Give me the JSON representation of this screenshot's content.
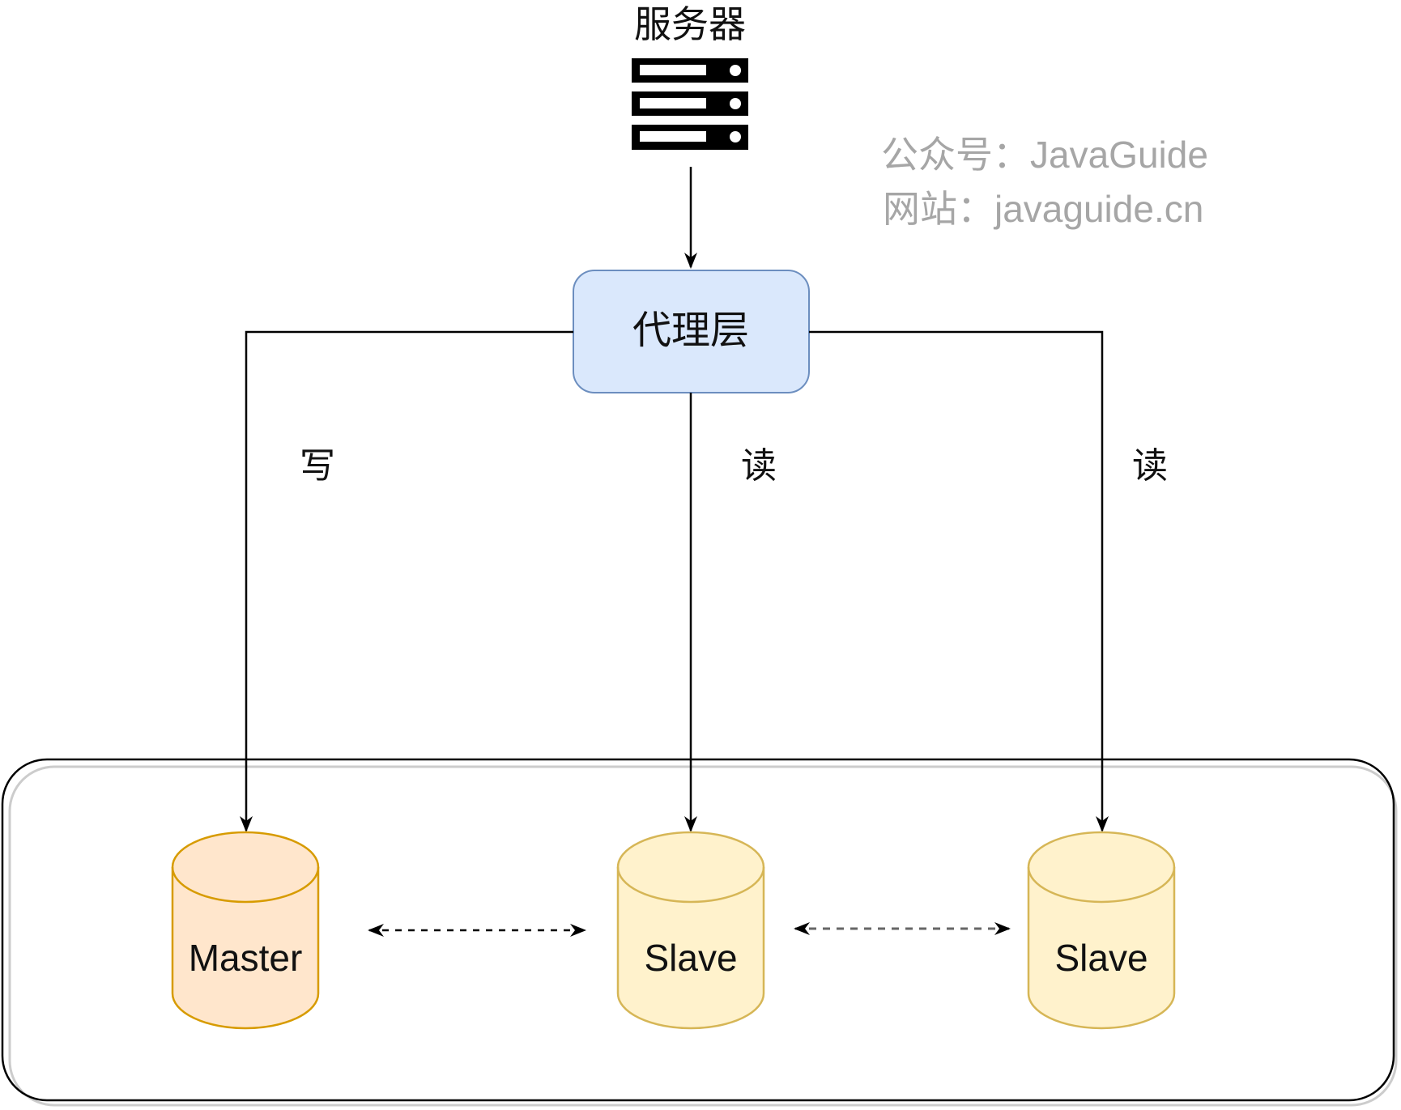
{
  "server": {
    "label": "服务器",
    "icon": "server-rack-icon"
  },
  "watermark": {
    "line1": "公众号：JavaGuide",
    "line2": "网站：javaguide.cn"
  },
  "proxy": {
    "label": "代理层",
    "fill": "#dae8fc",
    "stroke": "#6c8ebf"
  },
  "edges": {
    "write_label": "写",
    "read_label_1": "读",
    "read_label_2": "读"
  },
  "databases": [
    {
      "label": "Master",
      "fill": "#ffe6cc",
      "stroke": "#d79b00"
    },
    {
      "label": "Slave",
      "fill": "#fff2cc",
      "stroke": "#d6b656"
    },
    {
      "label": "Slave",
      "fill": "#fff2cc",
      "stroke": "#d6b656"
    }
  ],
  "replication": {
    "link1_color": "#000000",
    "link2_color": "#666666"
  }
}
